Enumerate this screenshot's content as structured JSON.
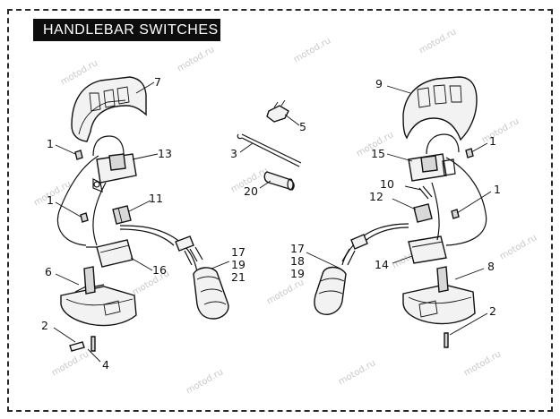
{
  "title": "HANDLEBAR SWITCHES",
  "watermark": "motod.ru",
  "callouts": {
    "c1": "7",
    "c2": "9",
    "c3": "5",
    "c4": "1",
    "c5": "13",
    "c6": "3",
    "c7": "1",
    "c8": "15",
    "c9": "10",
    "c10": "1",
    "c11": "11",
    "c12": "20",
    "c13": "12",
    "c14": "1",
    "c15": "17",
    "c16": "19",
    "c17": "21",
    "c18": "16",
    "c19": "17",
    "c20": "18",
    "c21": "19",
    "c22": "14",
    "c23": "8",
    "c24": "6",
    "c25": "2",
    "c26": "2",
    "c27": "4"
  }
}
